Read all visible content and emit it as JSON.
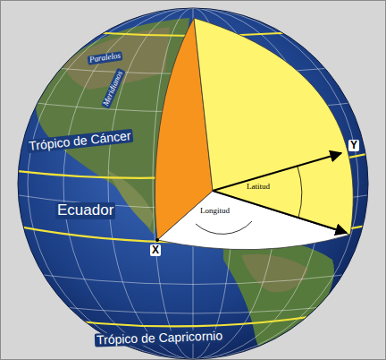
{
  "diagram": {
    "labels": [
      "Paralelos",
      "Meridianos",
      "Trópico de Cáncer",
      "Ecuador",
      "Trópico de Capricornio",
      "Latitud",
      "Longitud",
      "X",
      "Y"
    ]
  }
}
